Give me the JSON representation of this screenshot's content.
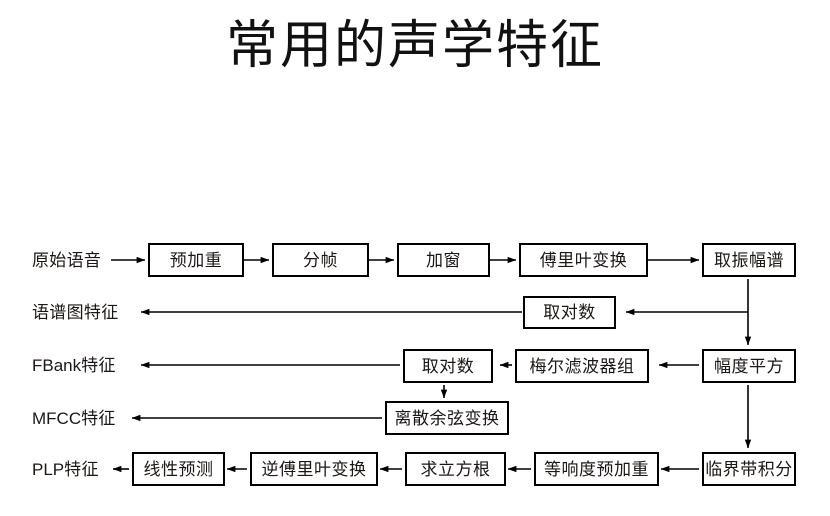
{
  "slide": {
    "title": "常用的声学特征",
    "background_color": "#ffffff",
    "text_color": "#1c1714",
    "line_color": "#000000"
  },
  "diagram": {
    "type": "flowchart",
    "rows": [
      {
        "id": "row-pipeline",
        "endpoint_label": "原始语音",
        "endpoint_role": "source",
        "nodes": [
          "预加重",
          "分帧",
          "加窗",
          "傅里叶变换",
          "取振幅谱"
        ]
      },
      {
        "id": "row-spectrogram",
        "endpoint_label": "语谱图特征",
        "endpoint_role": "output",
        "nodes": [
          "取对数"
        ]
      },
      {
        "id": "row-fbank",
        "endpoint_label": "FBank特征",
        "endpoint_label_latin": "FBank",
        "endpoint_label_cjk": "特征",
        "endpoint_role": "output",
        "nodes": [
          "取对数",
          "梅尔滤波器组",
          "幅度平方"
        ]
      },
      {
        "id": "row-mfcc",
        "endpoint_label": "MFCC特征",
        "endpoint_label_latin": "MFCC",
        "endpoint_label_cjk": "特征",
        "endpoint_role": "output",
        "nodes": [
          "离散余弦变换"
        ]
      },
      {
        "id": "row-plp",
        "endpoint_label": "PLP特征",
        "endpoint_label_latin": "PLP",
        "endpoint_label_cjk": "特征",
        "endpoint_role": "output",
        "nodes": [
          "线性预测",
          "逆傅里叶变换",
          "求立方根",
          "等响度预加重",
          "临界带积分"
        ]
      }
    ],
    "nodes": {
      "pre_emphasis": "预加重",
      "framing": "分帧",
      "windowing": "加窗",
      "fourier_transform": "傅里叶变换",
      "magnitude_spectrum": "取振幅谱",
      "log_spectrogram": "取对数",
      "log_fbank": "取对数",
      "mel_filterbank": "梅尔滤波器组",
      "power_spectrum": "幅度平方",
      "dct": "离散余弦变换",
      "linear_prediction": "线性预测",
      "inverse_fourier_transform": "逆傅里叶变换",
      "cube_root": "求立方根",
      "equal_loudness_pre_emphasis": "等响度预加重",
      "critical_band_integration": "临界带积分"
    },
    "endpoints": {
      "raw_speech": "原始语音",
      "spectrogram_feature": "语谱图特征",
      "fbank_feature": "FBank特征",
      "mfcc_feature": "MFCC特征",
      "plp_feature": "PLP特征"
    }
  }
}
